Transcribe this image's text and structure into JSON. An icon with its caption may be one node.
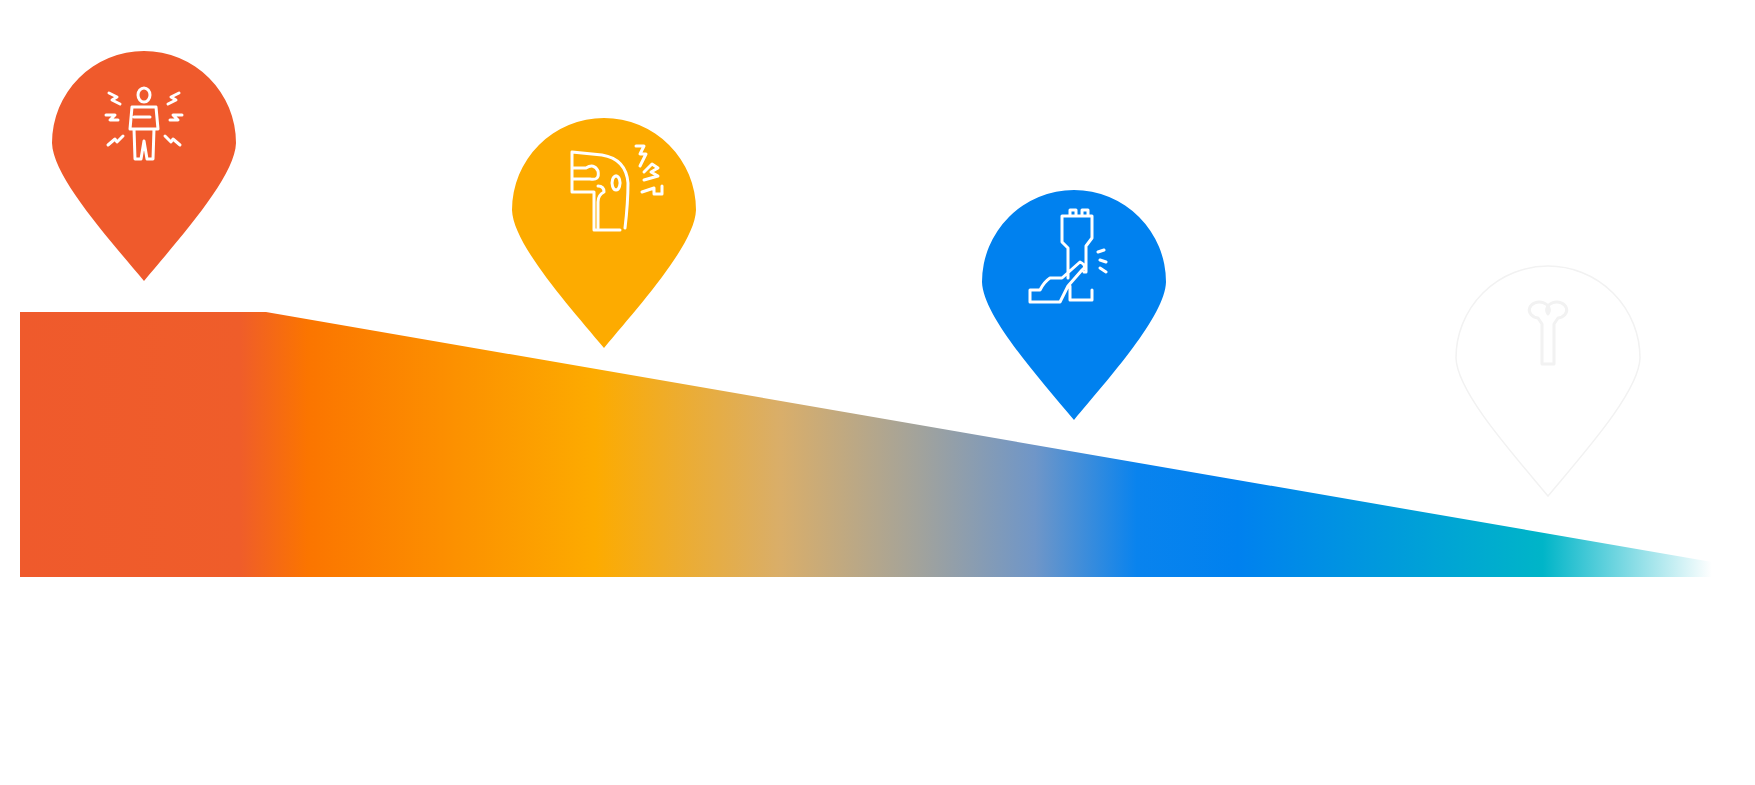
{
  "diagram": {
    "nodes": [
      {
        "text": [],
        "shape": "pin"
      },
      {
        "text": [],
        "shape": "pin"
      },
      {
        "text": [],
        "shape": "pin"
      },
      {
        "text": [],
        "shape": "pin"
      }
    ]
  }
}
